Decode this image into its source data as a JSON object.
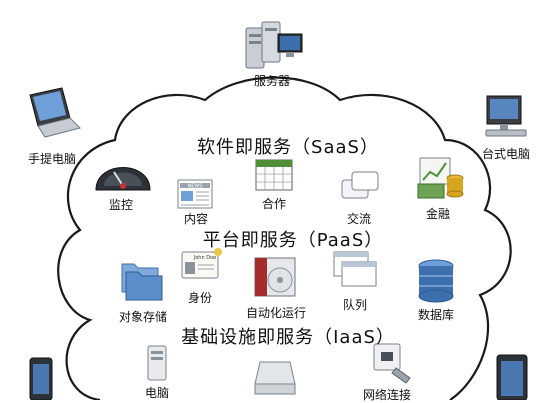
{
  "headings": {
    "saas": "软件即服务（SaaS）",
    "paas": "平台即服务（PaaS）",
    "iaas": "基础设施即服务（IaaS）"
  },
  "devices": {
    "server": "服务器",
    "laptop": "手提电脑",
    "desktop": "台式电脑"
  },
  "saas_items": {
    "monitoring": "监控",
    "content": "内容",
    "collaboration": "合作",
    "communication": "交流",
    "finance": "金融"
  },
  "paas_items": {
    "identity": "身份",
    "object_storage": "对象存储",
    "automation": "自动化运行",
    "queue": "队列",
    "database": "数据库"
  },
  "iaas_items": {
    "computer": "电脑",
    "network": "网络连接"
  },
  "icon_content": {
    "news_header": "NEWS",
    "id_card_name": "John Doe"
  },
  "colors": {
    "cloud_outline": "#1a1a1a",
    "icon_gray": "#9aa3ad",
    "icon_blue": "#3d6fae",
    "icon_dark": "#2d3238",
    "gold": "#d9a521",
    "green": "#4f8f3a"
  }
}
